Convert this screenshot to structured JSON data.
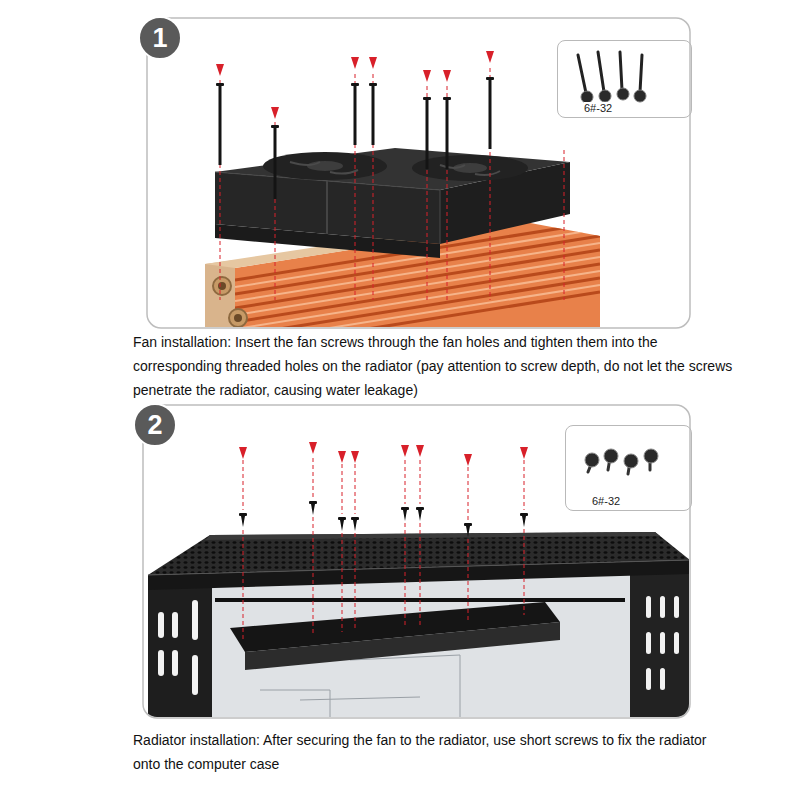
{
  "diagram": {
    "nodes": [
      {
        "text": [
          "1"
        ]
      },
      {
        "text": [
          "6#-32"
        ]
      },
      {
        "text": [
          "2"
        ]
      },
      {
        "text": [
          "6#-32"
        ]
      }
    ],
    "labels": [
      "Fan installation: Insert the fan screws through the fan holes and tighten them into the corresponding threaded holes on the radiator (pay attention to screw depth, do not let the screws penetrate the radiator, causing water leakage)",
      "Radiator installation: After securing the fan to the radiator, use short screws to fix the radiator onto the computer case"
    ]
  }
}
